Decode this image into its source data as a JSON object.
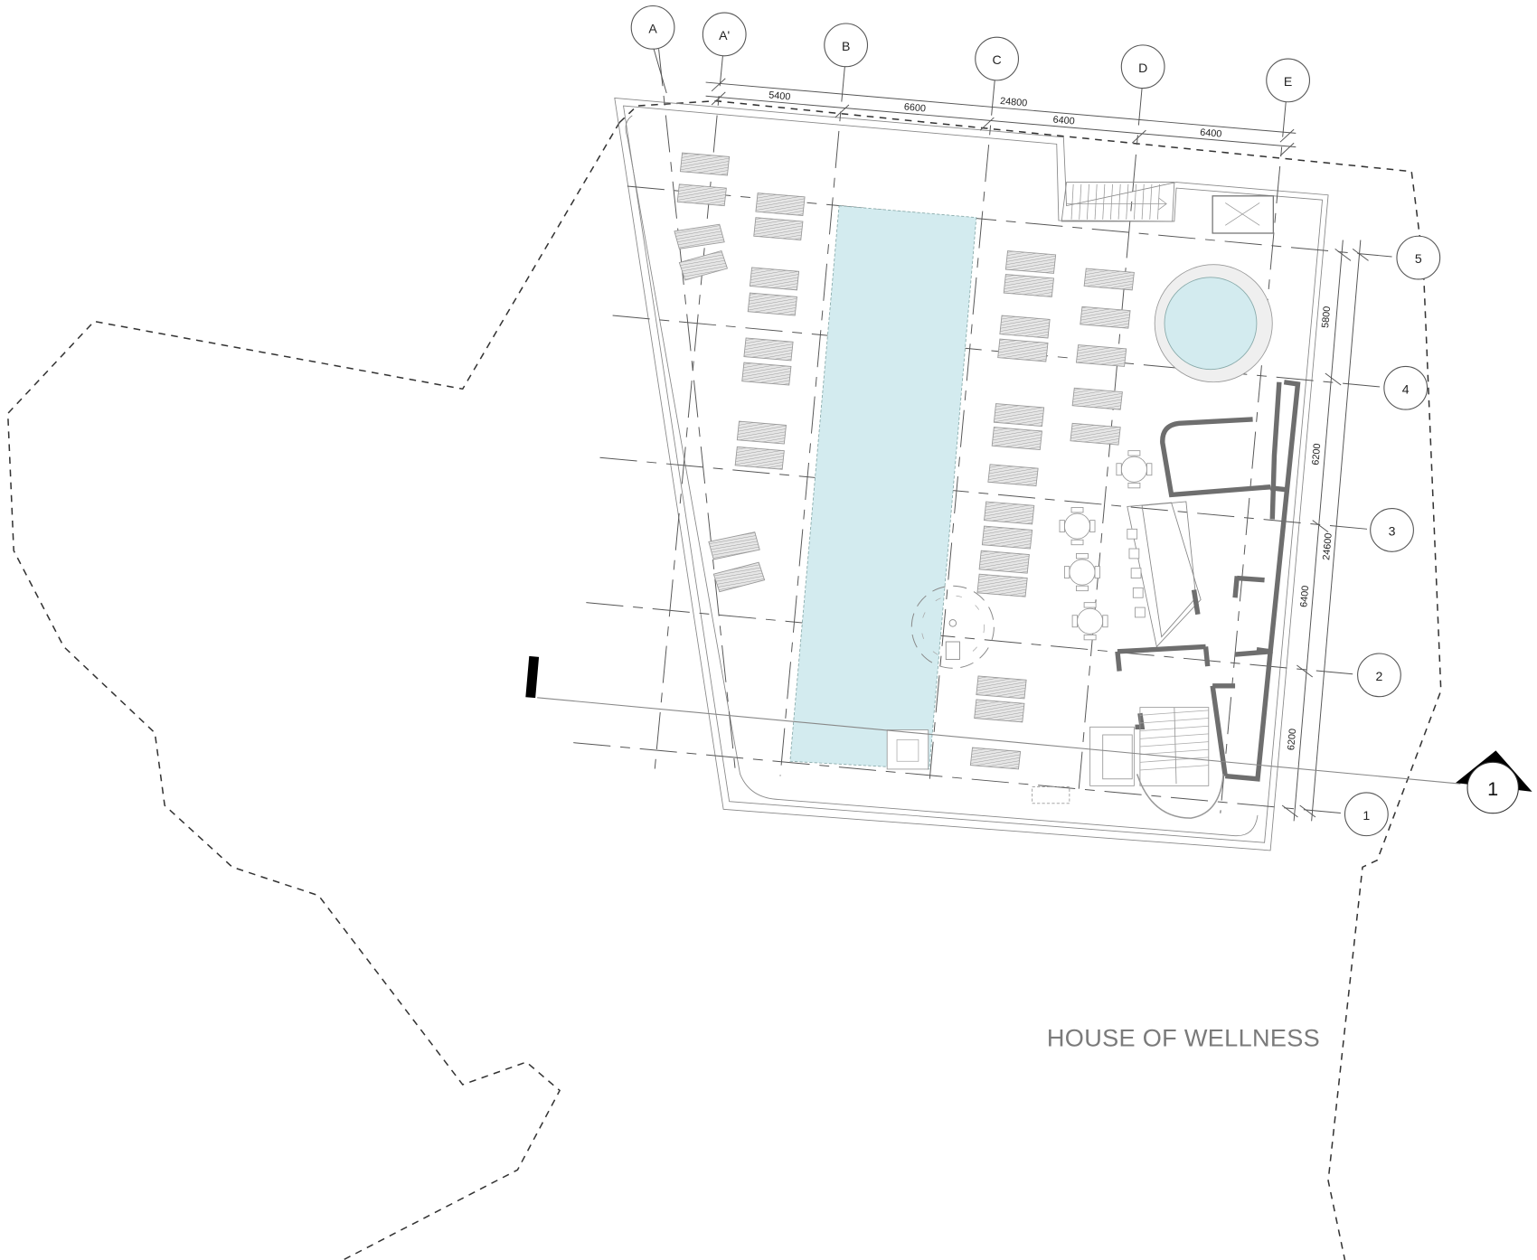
{
  "drawing": {
    "title": "HOUSE OF WELLNESS",
    "type": "rooftop floor plan",
    "colors": {
      "pool_water": "#d3ebef",
      "wall_fill": "#6e6e6e",
      "line": "#555555",
      "title_text": "#7a7a7a",
      "section_marker": "#000000"
    }
  },
  "grid": {
    "columns": [
      {
        "label": "A"
      },
      {
        "label": "A'"
      },
      {
        "label": "B"
      },
      {
        "label": "C"
      },
      {
        "label": "D"
      },
      {
        "label": "E"
      }
    ],
    "rows": [
      {
        "label": "5"
      },
      {
        "label": "4"
      },
      {
        "label": "3"
      },
      {
        "label": "2"
      },
      {
        "label": "1"
      }
    ]
  },
  "dimensions": {
    "top_total": "24800",
    "top_segments": [
      "5400",
      "6600",
      "6400",
      "6400"
    ],
    "right_total": "24600",
    "right_segments": [
      "5800",
      "6200",
      "6400",
      "6200"
    ]
  },
  "section_marker": {
    "label": "1"
  },
  "features": {
    "lap_pool": "pool",
    "round_pool": "plunge pool",
    "loungers": 30,
    "dining_tables": 4,
    "stairs": 2
  }
}
